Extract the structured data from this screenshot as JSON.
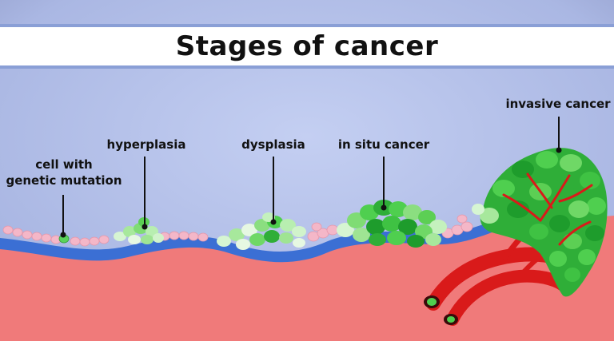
{
  "title": "Stages of cancer",
  "stages": [
    {
      "label_line1": "cell with",
      "label_line2": "genetic mutation"
    },
    {
      "label_line1": "hyperplasia"
    },
    {
      "label_line1": "dysplasia"
    },
    {
      "label_line1": "in situ cancer"
    },
    {
      "label_line1": "invasive cancer"
    }
  ],
  "colors": {
    "sky": "#b8c4ea",
    "title_border": "#8a9fd6",
    "tissue": "#f07a7a",
    "membrane": "#3b6fd4",
    "normal_cell": "#f4b7c8",
    "mutant_cell": "#4fcf4f",
    "dark_mutant": "#1e9c2c",
    "vessel": "#d91a1a"
  }
}
